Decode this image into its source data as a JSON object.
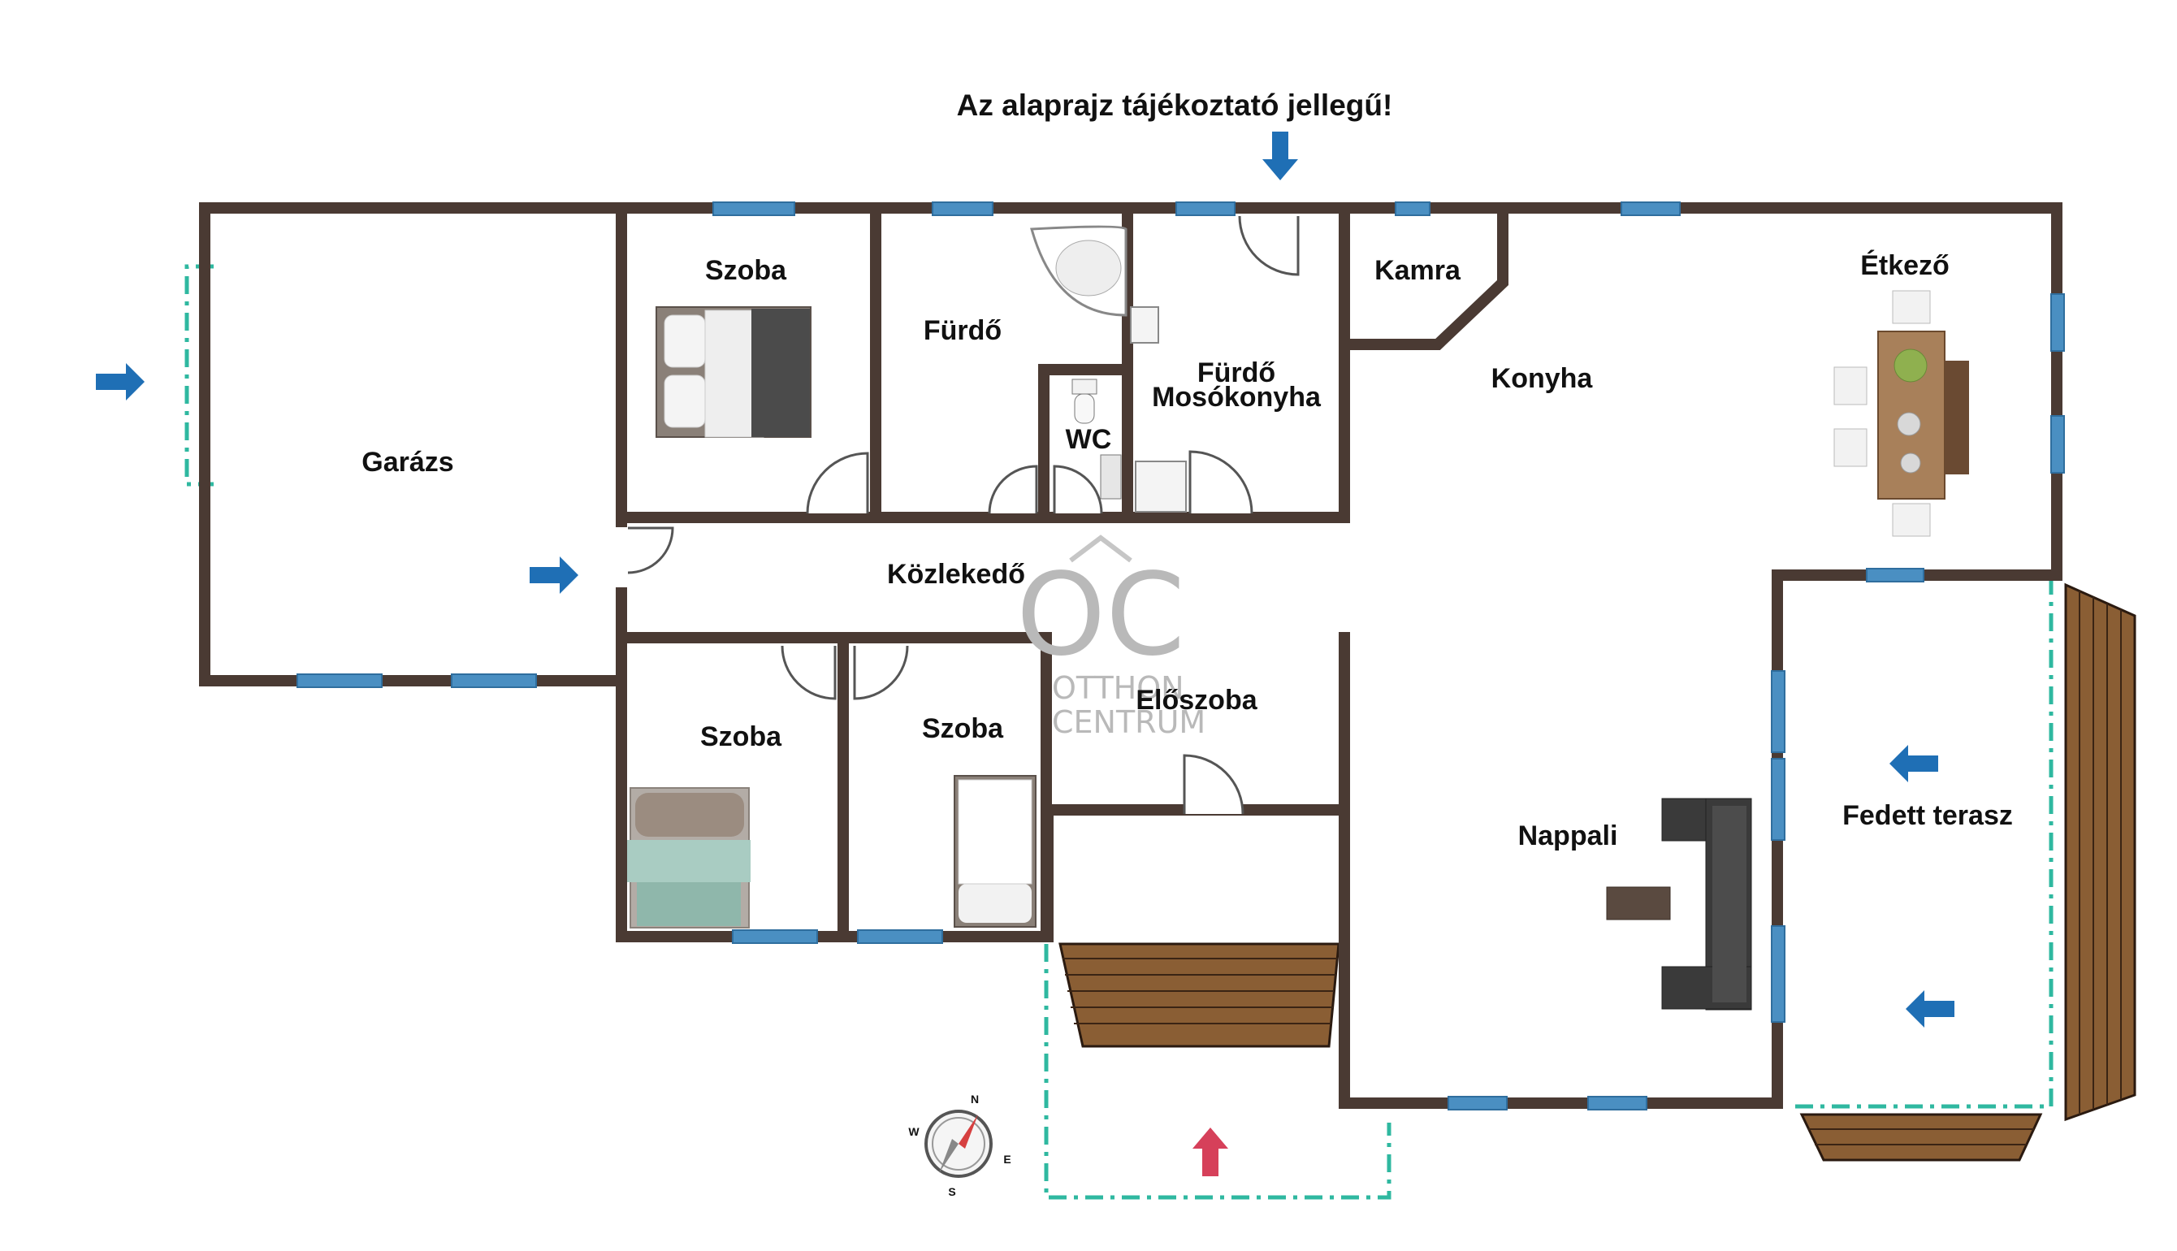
{
  "notice": "Az alaprajz tájékoztató jellegű!",
  "rooms": {
    "garazs": "Garázs",
    "szoba_nw": "Szoba",
    "furdo": "Fürdő",
    "wc": "WC",
    "furdo_moso_1": "Fürdő",
    "furdo_moso_2": "Mosókonyha",
    "kamra": "Kamra",
    "konyha": "Konyha",
    "etkezo": "Étkező",
    "kozlekedo": "Közlekedő",
    "szoba_sw": "Szoba",
    "szoba_s": "Szoba",
    "eloszoba": "Előszoba",
    "nappali": "Nappali",
    "fedett_terasz": "Fedett terasz"
  },
  "watermark": {
    "monogram": "OC",
    "line1": "OTTHON",
    "line2": "CENTRUM"
  },
  "compass": {
    "n": "N",
    "e": "E",
    "s": "S",
    "w": "W"
  },
  "colors": {
    "wall": "#4a3a33",
    "window": "#4a8fc2",
    "door": "#555555",
    "deck": "#7a5530",
    "boundary": "#2fb8a0",
    "entry_arrow": "#1f6fb5",
    "main_entry_arrow": "#d6405a"
  }
}
